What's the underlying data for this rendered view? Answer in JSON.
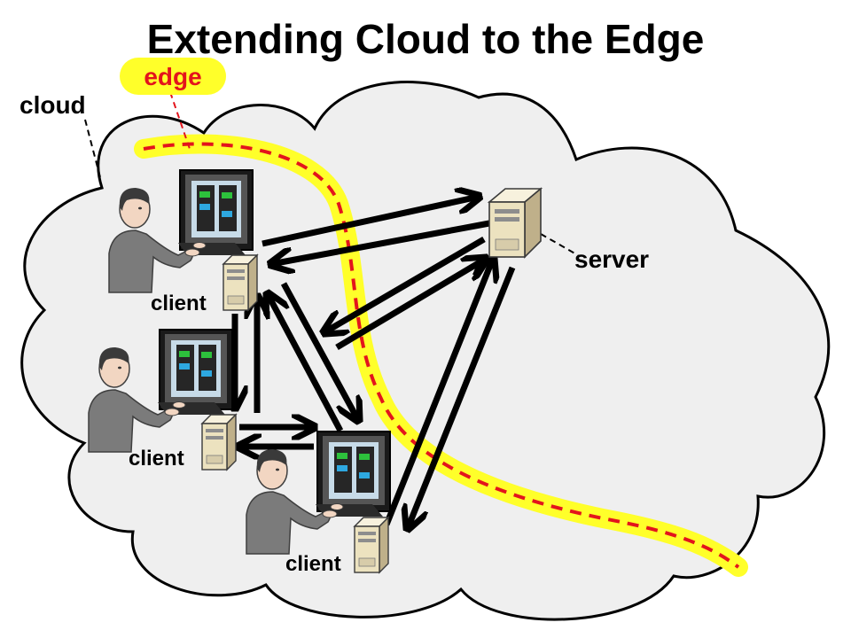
{
  "title": "Extending Cloud to the Edge",
  "labels": {
    "cloud": "cloud",
    "edge": "edge",
    "server": "server",
    "client1": "client",
    "client2": "client",
    "client3": "client"
  },
  "colors": {
    "cloud_fill": "#efefef",
    "outline": "#000000",
    "edge_highlight": "#ffff2a",
    "edge_dash": "#e3141c",
    "edge_text": "#e3141c",
    "person": "#7b7b7b",
    "server_body": "#ece2bf"
  },
  "icons": [
    "person-at-computer-icon",
    "monitor-icon",
    "server-tower-icon",
    "double-arrow-icon"
  ]
}
